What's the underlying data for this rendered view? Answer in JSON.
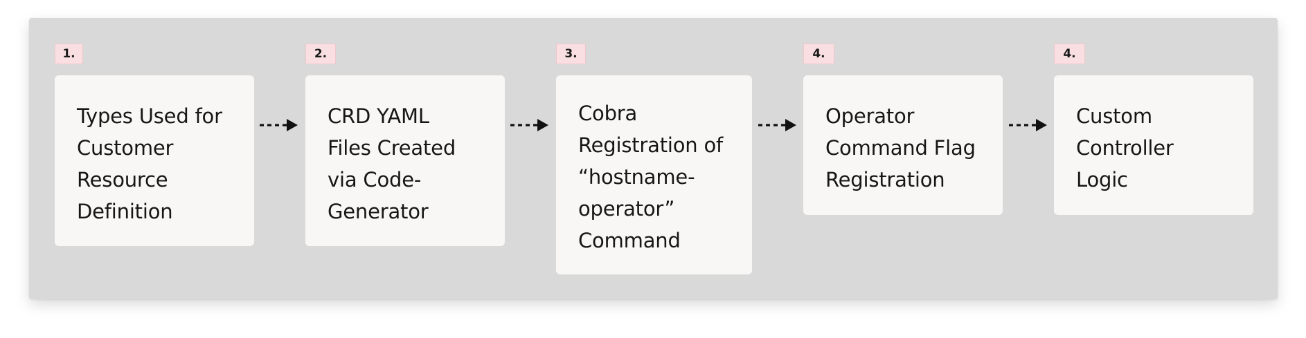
{
  "steps": [
    {
      "badge": "1.",
      "label": "Types Used for\nCustomer\nResource\nDefinition"
    },
    {
      "badge": "2.",
      "label": "CRD YAML\nFiles Created\nvia Code-\nGenerator"
    },
    {
      "badge": "3.",
      "label": "Cobra\nRegistration of\n“hostname-\noperator”\nCommand"
    },
    {
      "badge": "4.",
      "label": "Operator\nCommand Flag\nRegistration"
    },
    {
      "badge": "4.",
      "label": "Custom\nController\nLogic"
    }
  ],
  "colors": {
    "panel": "#d9d9d9",
    "box": "#f8f7f5",
    "badge": "#f9dfe2",
    "arrow": "#111111"
  }
}
